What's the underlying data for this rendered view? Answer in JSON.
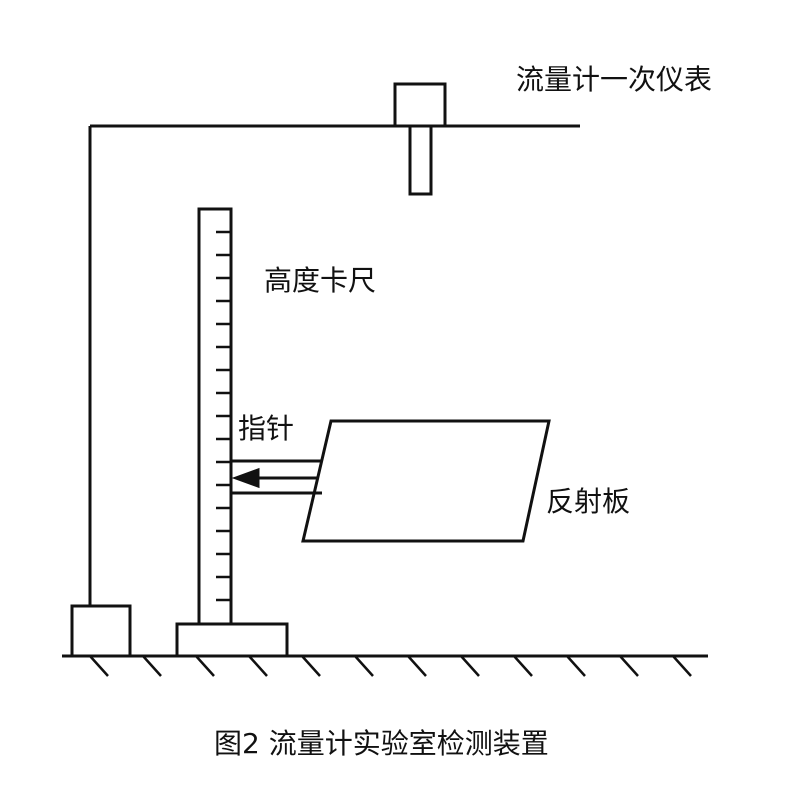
{
  "labels": {
    "flow_meter_primary": "流量计一次仪表",
    "height_gauge": "高度卡尺",
    "pointer": "指针",
    "reflector_plate": "反射板"
  },
  "caption": "图2  流量计实验室检测装置",
  "colors": {
    "line": "#111111",
    "background": "#ffffff"
  }
}
